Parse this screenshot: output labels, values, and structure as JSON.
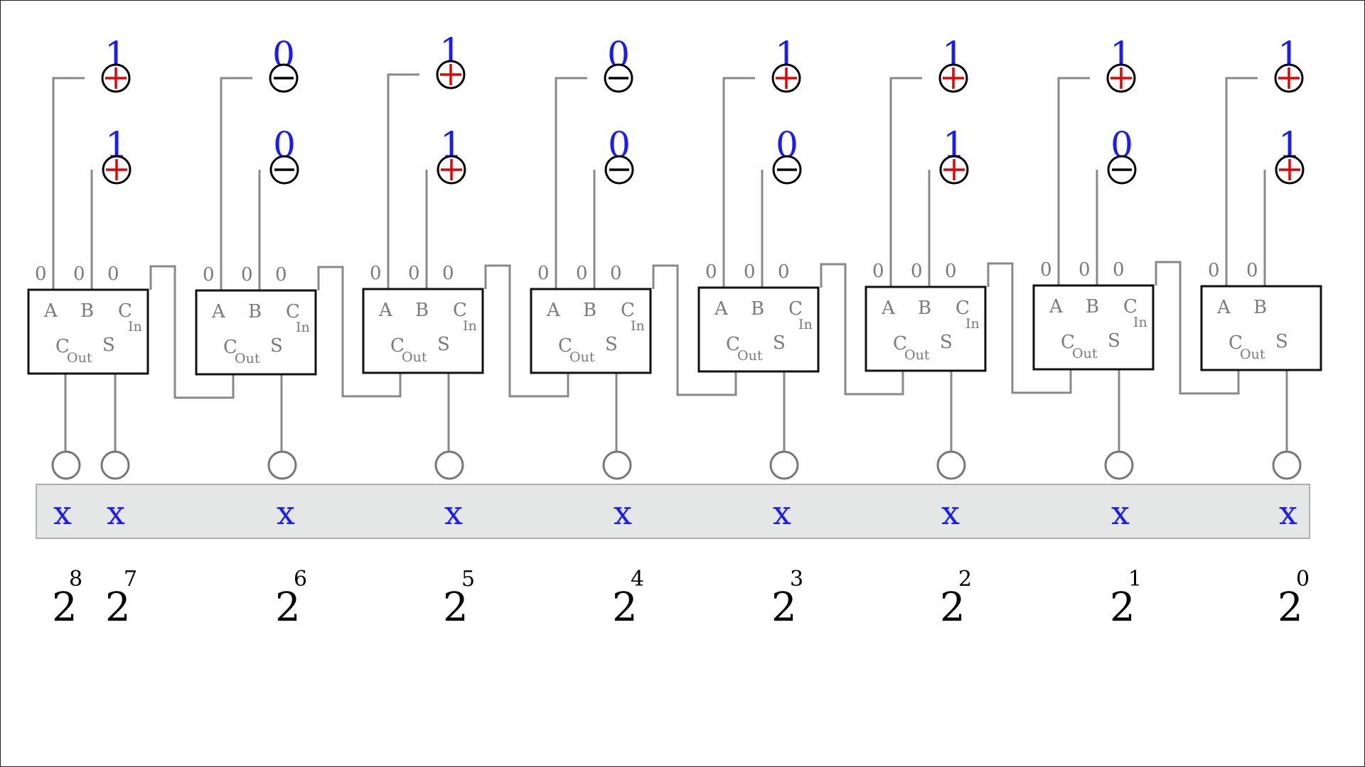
{
  "diagram": {
    "title": "8-bit ripple carry adder"
  },
  "inputs": {
    "a_bits": [
      "1",
      "0",
      "1",
      "0",
      "1",
      "1",
      "1",
      "1"
    ],
    "b_bits": [
      "1",
      "0",
      "1",
      "0",
      "0",
      "1",
      "0",
      "1"
    ]
  },
  "adder_labels": {
    "a": "A",
    "b": "B",
    "c": "C",
    "c_in_sub": "In",
    "c_out_sub": "Out",
    "s": "S",
    "pin_value": "0"
  },
  "outputs": {
    "values": [
      "x",
      "x",
      "x",
      "x",
      "x",
      "x",
      "x",
      "x",
      "x"
    ]
  },
  "place_values": {
    "base": "2",
    "exponents": [
      "8",
      "7",
      "6",
      "5",
      "4",
      "3",
      "2",
      "1",
      "0"
    ]
  },
  "colors": {
    "bit_value": "#1a1aff",
    "one_sign": "#e60000",
    "zero_sign": "#000000",
    "wire": "#888888",
    "output_band": "#e5e6e6"
  }
}
